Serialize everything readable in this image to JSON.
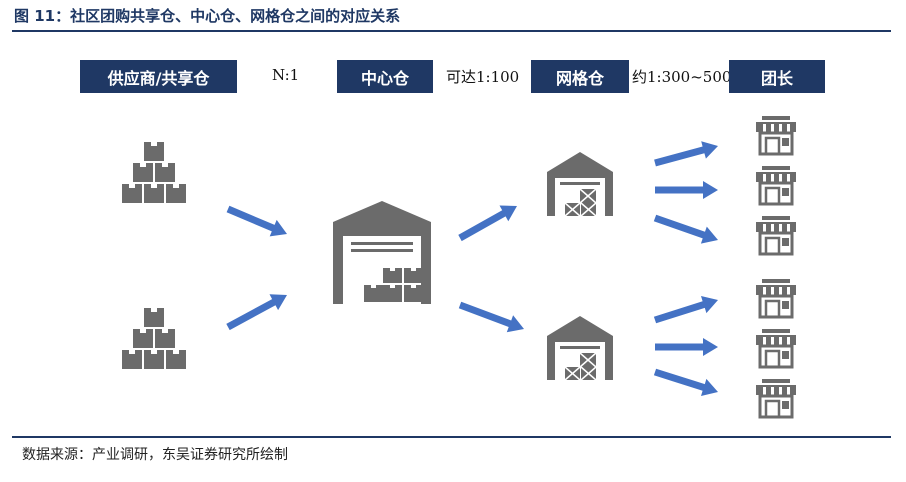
{
  "title": "图 11：社区团购共享仓、中心仓、网格仓之间的对应关系",
  "header": {
    "supplier": "供应商/共享仓",
    "ratio_1": "N:1",
    "center": "中心仓",
    "ratio_2": "可达1:100",
    "grid": "网格仓",
    "ratio_3": "约1:300~500",
    "leader": "团长"
  },
  "source": "数据来源：产业调研，东吴证券研究所绘制",
  "colors": {
    "header_bg": "#1f3864",
    "arrow": "#4472c4",
    "icon_gray": "#6b6b6b"
  },
  "icons": [
    "box-stack-icon",
    "large-warehouse-icon",
    "small-warehouse-icon",
    "storefront-icon",
    "arrow-icon"
  ]
}
